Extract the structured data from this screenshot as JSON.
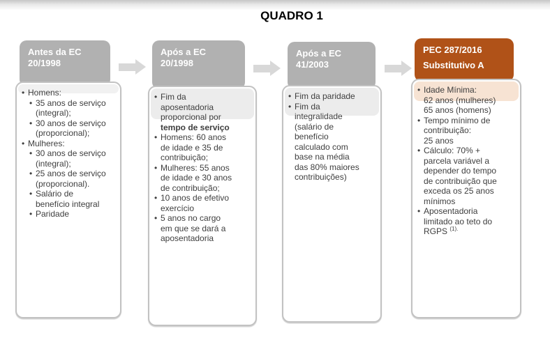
{
  "page": {
    "title": "QUADRO 1"
  },
  "colors": {
    "header_gray": "#b1b1b1",
    "header_orange": "#b05218",
    "arrow": "#d8d8d8",
    "body_border": "#c2c2c2",
    "body_text": "#3e3e3e",
    "title_text": "#000000",
    "highlight_gray": "#ececec",
    "highlight_peach": "#f7e3d3"
  },
  "columns": [
    {
      "id": "antes-ec-20-1998",
      "header_lines": [
        "Antes da EC",
        "20/1998"
      ],
      "header_bg": "#b1b1b1",
      "highlight": {
        "color": "#f1f1f1",
        "height": 13
      },
      "items": [
        {
          "level": 1,
          "parts": [
            {
              "t": "Homens:"
            }
          ]
        },
        {
          "level": 2,
          "parts": [
            {
              "t": "35 anos de serviço"
            },
            {
              "br": true
            },
            {
              "t": "(integral);"
            }
          ]
        },
        {
          "level": 2,
          "parts": [
            {
              "t": "30 anos de serviço"
            },
            {
              "br": true
            },
            {
              "t": "(proporcional);"
            }
          ]
        },
        {
          "level": 1,
          "parts": [
            {
              "t": "Mulheres:"
            }
          ]
        },
        {
          "level": 2,
          "parts": [
            {
              "t": "30 anos de serviço"
            },
            {
              "br": true
            },
            {
              "t": "(integral);"
            }
          ]
        },
        {
          "level": 2,
          "parts": [
            {
              "t": "25 anos de serviço"
            },
            {
              "br": true
            },
            {
              "t": "(proporcional)."
            }
          ]
        },
        {
          "level": 2,
          "parts": [
            {
              "t": "Salário de"
            },
            {
              "br": true
            },
            {
              "t": "benefício integral"
            }
          ]
        },
        {
          "level": 2,
          "parts": [
            {
              "t": "Paridade"
            }
          ]
        }
      ]
    },
    {
      "id": "apos-ec-20-1998",
      "header_lines": [
        "Após a EC",
        "20/1998"
      ],
      "header_bg": "#b1b1b1",
      "highlight": {
        "color": "#ececec",
        "height": 44
      },
      "items": [
        {
          "level": 1,
          "parts": [
            {
              "t": "Fim da"
            },
            {
              "br": true
            },
            {
              "t": "aposentadoria"
            },
            {
              "br": true
            },
            {
              "t": "proporcional por"
            },
            {
              "br": true
            },
            {
              "t": "tempo de serviço",
              "b": true
            }
          ]
        },
        {
          "level": 1,
          "parts": [
            {
              "t": "Homens: 60 anos"
            },
            {
              "br": true
            },
            {
              "t": "de idade e 35 de"
            },
            {
              "br": true
            },
            {
              "t": "contribuição;"
            }
          ]
        },
        {
          "level": 1,
          "parts": [
            {
              "t": "Mulheres: 55 anos"
            },
            {
              "br": true
            },
            {
              "t": "de idade e 30 anos"
            },
            {
              "br": true
            },
            {
              "t": "de contribuição;"
            }
          ]
        },
        {
          "level": 1,
          "parts": [
            {
              "t": "10 anos de efetivo"
            },
            {
              "br": true
            },
            {
              "t": "exercício"
            }
          ]
        },
        {
          "level": 1,
          "parts": [
            {
              "t": "5 anos no cargo"
            },
            {
              "br": true
            },
            {
              "t": "em que se dará a"
            },
            {
              "br": true
            },
            {
              "t": "aposentadoria"
            }
          ]
        }
      ]
    },
    {
      "id": "apos-ec-41-2003",
      "header_lines": [
        "Após a EC",
        "41/2003"
      ],
      "header_bg": "#b1b1b1",
      "highlight": {
        "color": "#ececec",
        "height": 40
      },
      "items": [
        {
          "level": 1,
          "parts": [
            {
              "t": "Fim da paridade"
            }
          ]
        },
        {
          "level": 1,
          "parts": [
            {
              "t": "Fim da"
            },
            {
              "br": true
            },
            {
              "t": "integralidade"
            },
            {
              "br": true
            },
            {
              "t": "(salário de"
            },
            {
              "br": true
            },
            {
              "t": "benefício"
            },
            {
              "br": true
            },
            {
              "t": "calculado com"
            },
            {
              "br": true
            },
            {
              "t": "base na média"
            },
            {
              "br": true
            },
            {
              "t": "das 80% maiores"
            },
            {
              "br": true
            },
            {
              "t": "contribuições)"
            }
          ]
        }
      ]
    },
    {
      "id": "pec-287-2016-substitutivo-a",
      "header_lines": [
        "PEC 287/2016",
        "Substitutivo A"
      ],
      "header_bg": "#b05218",
      "highlight": {
        "color": "#f7e3d3",
        "height": 28
      },
      "items": [
        {
          "level": 1,
          "parts": [
            {
              "t": "Idade Mínima:"
            },
            {
              "br": true
            },
            {
              "t": "62 anos (mulheres)"
            },
            {
              "br": true
            },
            {
              "t": "65 anos (homens)"
            }
          ]
        },
        {
          "level": 1,
          "parts": [
            {
              "t": "Tempo mínimo de"
            },
            {
              "br": true
            },
            {
              "t": "contribuição:"
            },
            {
              "br": true
            },
            {
              "t": "25 anos"
            }
          ]
        },
        {
          "level": 1,
          "parts": [
            {
              "t": "Cálculo: 70% +"
            },
            {
              "br": true
            },
            {
              "t": "parcela variável a"
            },
            {
              "br": true
            },
            {
              "t": "depender do tempo"
            },
            {
              "br": true
            },
            {
              "t": "de contribuição que"
            },
            {
              "br": true
            },
            {
              "t": "exceda os 25 anos"
            },
            {
              "br": true
            },
            {
              "t": "mínimos"
            }
          ]
        },
        {
          "level": 1,
          "parts": [
            {
              "t": "Aposentadoria"
            },
            {
              "br": true
            },
            {
              "t": "limitado ao teto do"
            },
            {
              "br": true
            },
            {
              "t": "RGPS "
            },
            {
              "t": "(1).",
              "sup": true
            }
          ]
        }
      ]
    }
  ]
}
